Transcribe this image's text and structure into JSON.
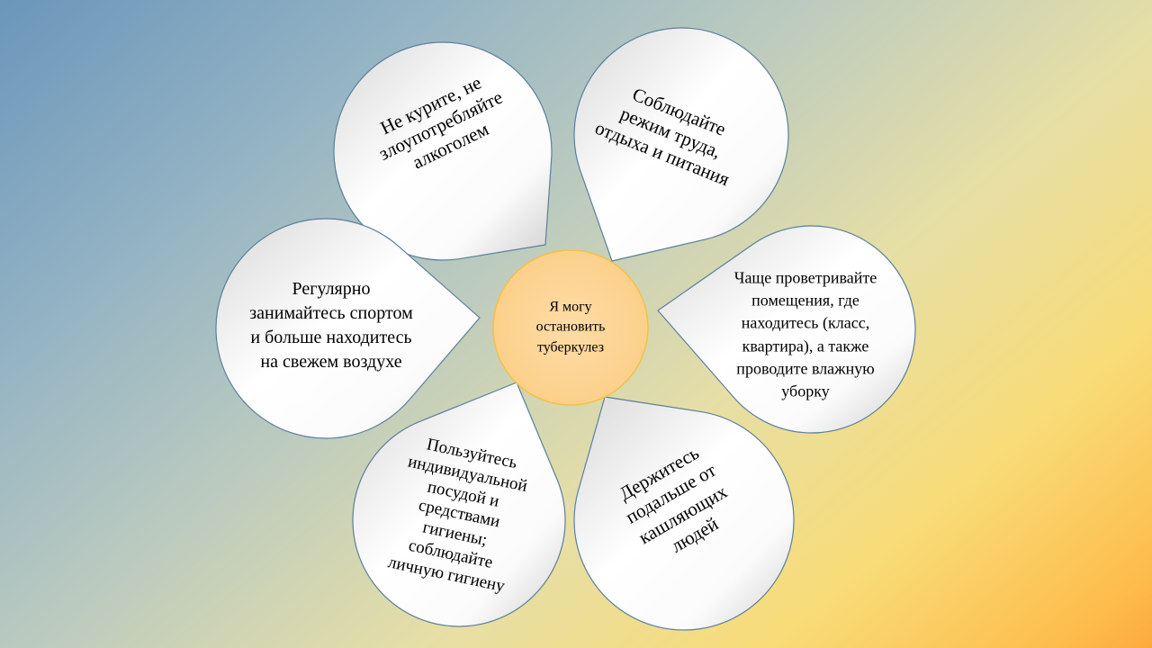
{
  "center": {
    "lines": [
      "Я могу",
      "остановить",
      "туберкулез"
    ]
  },
  "petals": [
    {
      "lines": [
        "Не курите, не",
        "злоупотребляйте",
        "алкоголем"
      ]
    },
    {
      "lines": [
        "Соблюдайте",
        "режим труда,",
        "отдыха и питания"
      ]
    },
    {
      "lines": [
        "Чаще проветривайте",
        "помещения, где",
        "находитесь (класс,",
        "квартира), а также",
        "проводите влажную",
        "уборку"
      ]
    },
    {
      "lines": [
        "Держитесь",
        "подальше от",
        "кашляющих",
        "людей"
      ]
    },
    {
      "lines": [
        "Пользуйтесь",
        "индивидуальной",
        "посудой и",
        "средствами",
        "гигиены;",
        "соблюдайте",
        "личную гигиену"
      ]
    },
    {
      "lines": [
        "Регулярно",
        "занимайтесь спортом",
        "и больше находитесь",
        "на свежем воздухе"
      ]
    }
  ],
  "colors": {
    "petal_stroke": "#5b7f9c",
    "center_fill": "#fdd594",
    "center_stroke": "#f2c14a"
  }
}
